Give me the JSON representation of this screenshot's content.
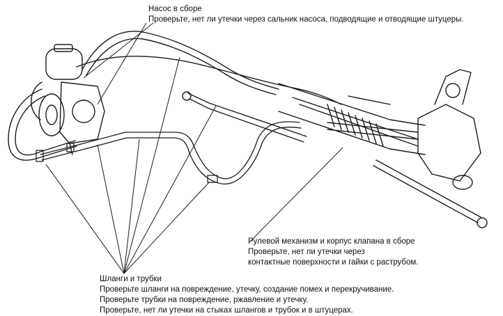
{
  "labels": {
    "pump": {
      "title": "Насос в сборе",
      "lines": [
        "Проверьте, нет ли утечки через сальник насоса, подводящие и отводящие штуцеры."
      ]
    },
    "rack": {
      "title": "Рулевой механизм и корпус клапана в сборе",
      "lines": [
        "Проверьте, нет ли утечки через",
        "контактные поверхности и гайки с раструбом."
      ]
    },
    "hoses": {
      "title": "Шланги и трубки",
      "lines": [
        "Проверьте шланги на повреждение, утечку, создание помех и перекручивание.",
        "Проверьте трубки на повреждение, ржавление и утечку.",
        "Проверьте, нет ли утечки на стыках шлангов и трубок и в штуцерах."
      ]
    }
  },
  "colors": {
    "ink": "#1a1a1a",
    "background": "#ffffff"
  }
}
